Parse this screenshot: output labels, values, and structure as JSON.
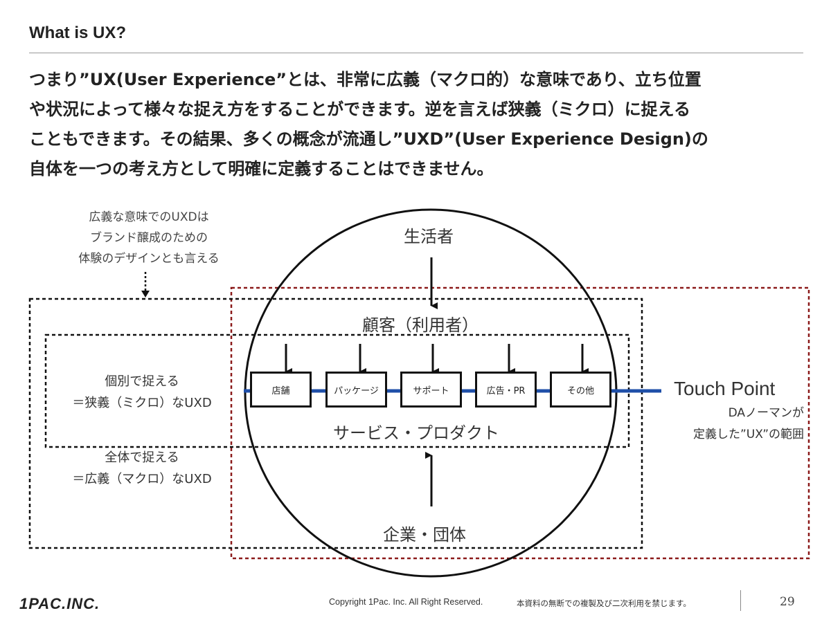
{
  "header": {
    "title": "What is UX?"
  },
  "lead": {
    "lines": [
      "つまり”UX(User Experience”とは、非常に広義（マクロ的）な意味であり、立ち位置",
      "や状況によって様々な捉え方をすることができます。逆を言えば狭義（ミクロ）に捉える",
      "こともできます。その結果、多くの概念が流通し”UXD”(User Experience Design)の",
      "自体を一つの考え方として明確に定義することはできません。"
    ]
  },
  "diagram": {
    "top_caption": [
      "広義な意味でのUXDは",
      "ブランド醸成のための",
      "体験のデザインとも言える"
    ],
    "consumer": "生活者",
    "customer": "顧客（利用者）",
    "touch_points": [
      "店舗",
      "パッケージ",
      "サポート",
      "広告・PR",
      "その他"
    ],
    "service_product": "サービス・プロダクト",
    "company": "企業・団体",
    "narrow_label": [
      "個別で捉える",
      "＝狭義（ミクロ）なUXD"
    ],
    "broad_label": [
      "全体で捉える",
      "＝広義（マクロ）なUXD"
    ],
    "touch_point_label": "Touch Point",
    "da_norman_note": [
      "DAノーマンが",
      "定義した”UX”の範囲"
    ],
    "colors": {
      "touch_line": "#1f4fa8",
      "norman_box": "#8b1a1a",
      "frame": "#111111"
    }
  },
  "footer": {
    "logo": "1PAC.INC.",
    "copyright": "Copyright 1Pac. Inc. All Right Reserved.",
    "notice": "本資料の無断での複製及び二次利用を禁じます。",
    "page": "29"
  }
}
